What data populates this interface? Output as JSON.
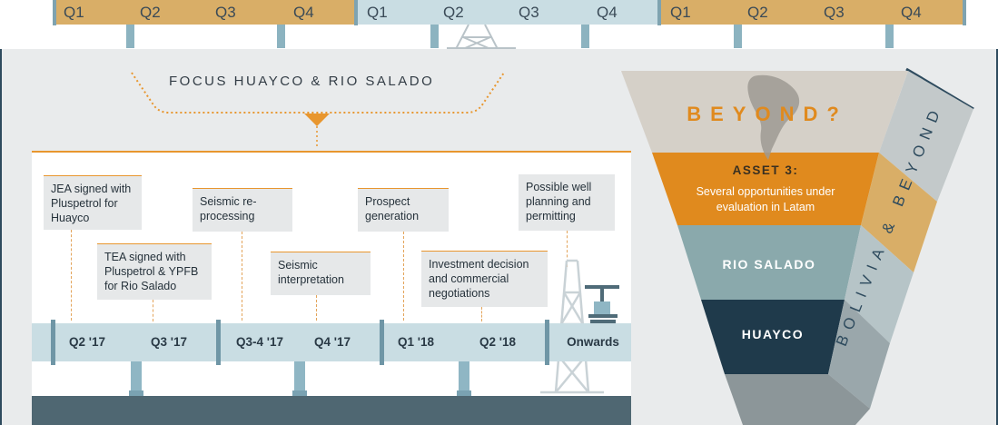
{
  "top_strip": {
    "quarters": [
      "Q1",
      "Q2",
      "Q3",
      "Q4",
      "Q1",
      "Q2",
      "Q3",
      "Q4",
      "Q1",
      "Q2",
      "Q3",
      "Q4"
    ]
  },
  "banner": {
    "title": "FOCUS HUAYCO & RIO SALADO"
  },
  "notes": [
    {
      "id": "jea",
      "text": "JEA signed with Pluspetrol for Huayco"
    },
    {
      "id": "tea",
      "text": "TEA signed with Pluspetrol & YPFB for Rio Salado"
    },
    {
      "id": "seismic-reprocessing",
      "text": "Seismic re-processing"
    },
    {
      "id": "seismic-interpretation",
      "text": "Seismic interpretation"
    },
    {
      "id": "prospect",
      "text": "Prospect generation"
    },
    {
      "id": "investment",
      "text": "Investment decision and commercial negotiations"
    },
    {
      "id": "well",
      "text": "Possible well planning and permitting"
    }
  ],
  "timeline": {
    "labels": [
      "Q2 '17",
      "Q3 '17",
      "Q3-4 '17",
      "Q4 '17",
      "Q1 '18",
      "Q2 '18",
      "Onwards"
    ]
  },
  "funnel": {
    "beyond": "BEYOND?",
    "asset3_title": "ASSET 3:",
    "asset3_text": "Several opportunities under evaluation in Latam",
    "rio_salado": "RIO SALADO",
    "huayco": "HUAYCO",
    "side_label": "BOLIVIA & BEYOND"
  },
  "colors": {
    "gold": "#d9ae67",
    "orange": "#e08a1e",
    "teal": "#8aa9ac",
    "navy": "#1f3a4b",
    "timeline": "#c9dde3"
  }
}
